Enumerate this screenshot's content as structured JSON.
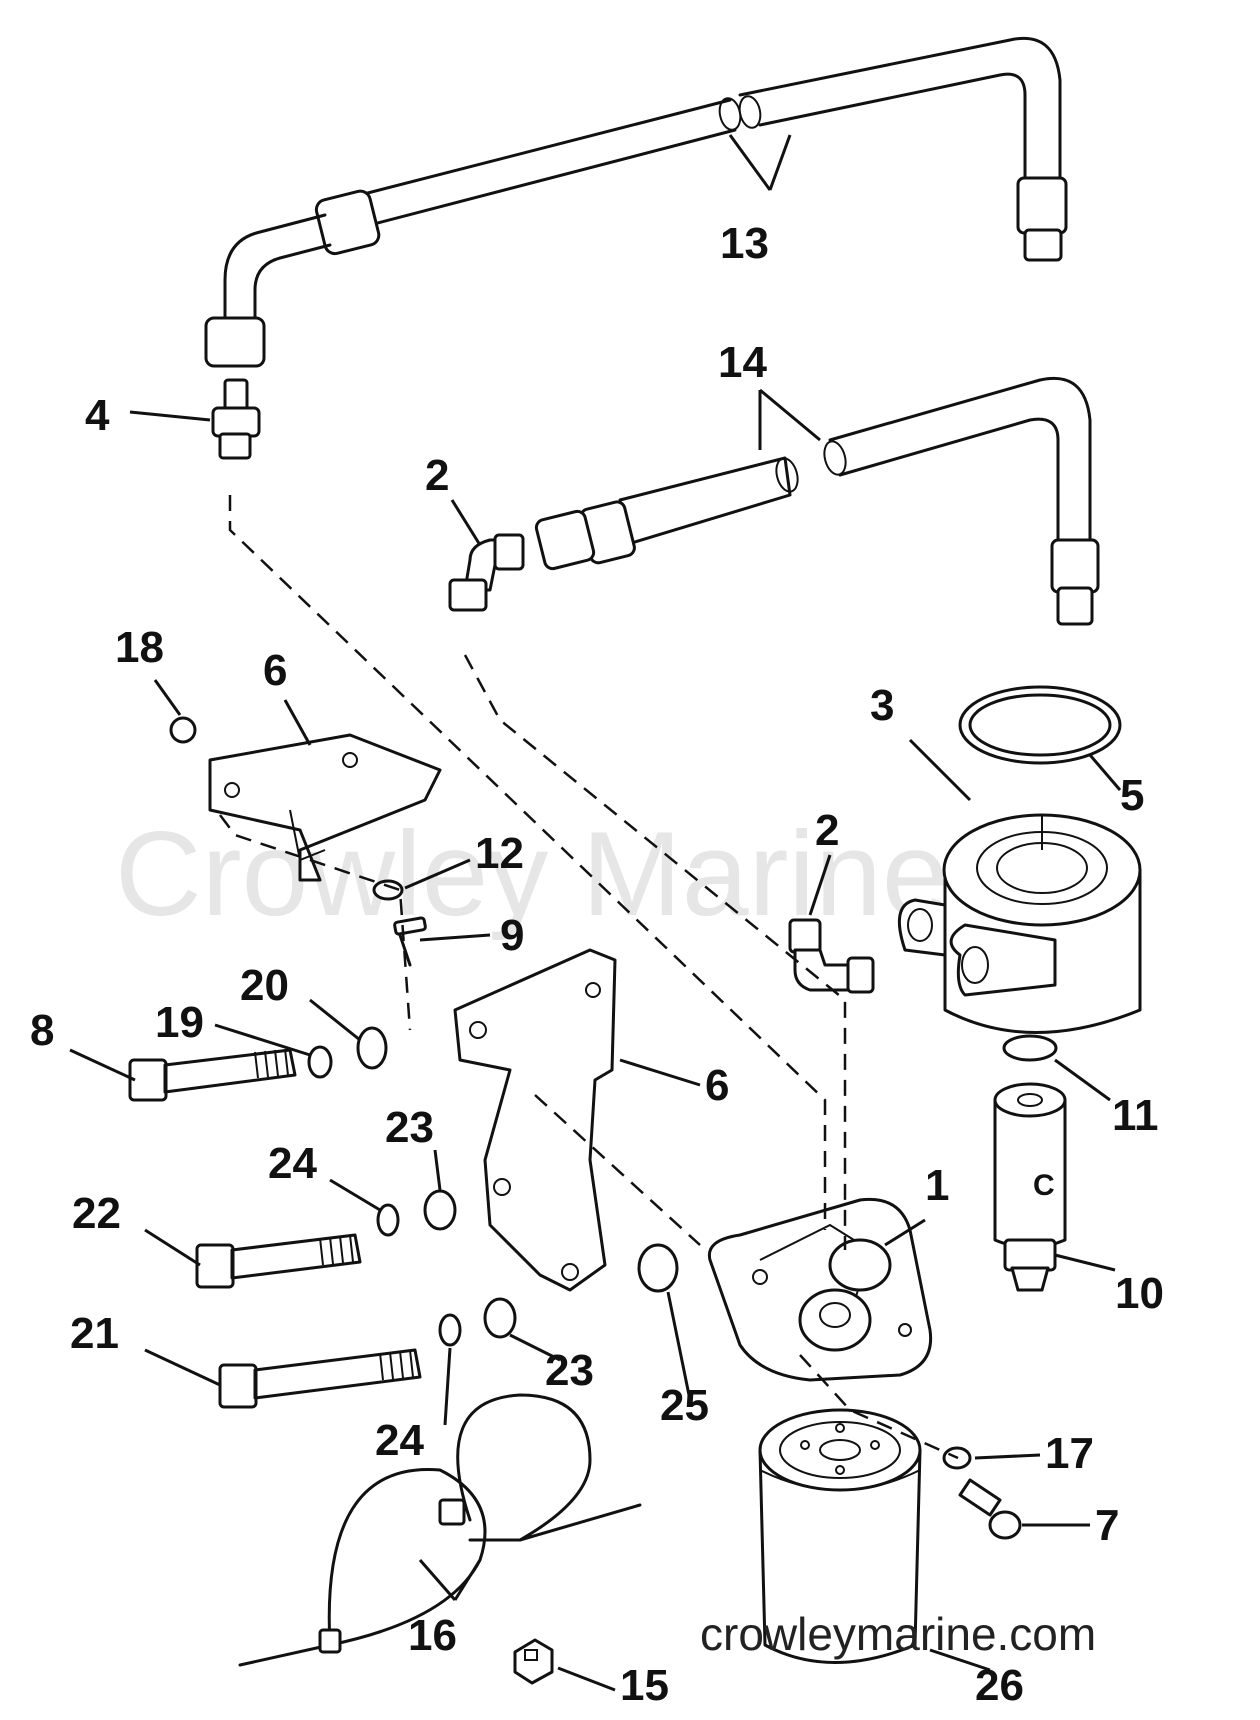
{
  "diagram": {
    "watermark": "Crowley Marine",
    "site_label": "crowleymarine.com",
    "callouts": {
      "c1": "1",
      "c2a": "2",
      "c2b": "2",
      "c3": "3",
      "c4": "4",
      "c5": "5",
      "c6a": "6",
      "c6b": "6",
      "c7": "7",
      "c8": "8",
      "c9": "9",
      "c10": "10",
      "c11": "11",
      "c12": "12",
      "c13": "13",
      "c14": "14",
      "c15": "15",
      "c16": "16",
      "c17": "17",
      "c18": "18",
      "c19": "19",
      "c20": "20",
      "c21": "21",
      "c22": "22",
      "c23a": "23",
      "c23b": "23",
      "c24a": "24",
      "c24b": "24",
      "c25": "25",
      "c26": "26"
    },
    "filter_mark": "C"
  }
}
